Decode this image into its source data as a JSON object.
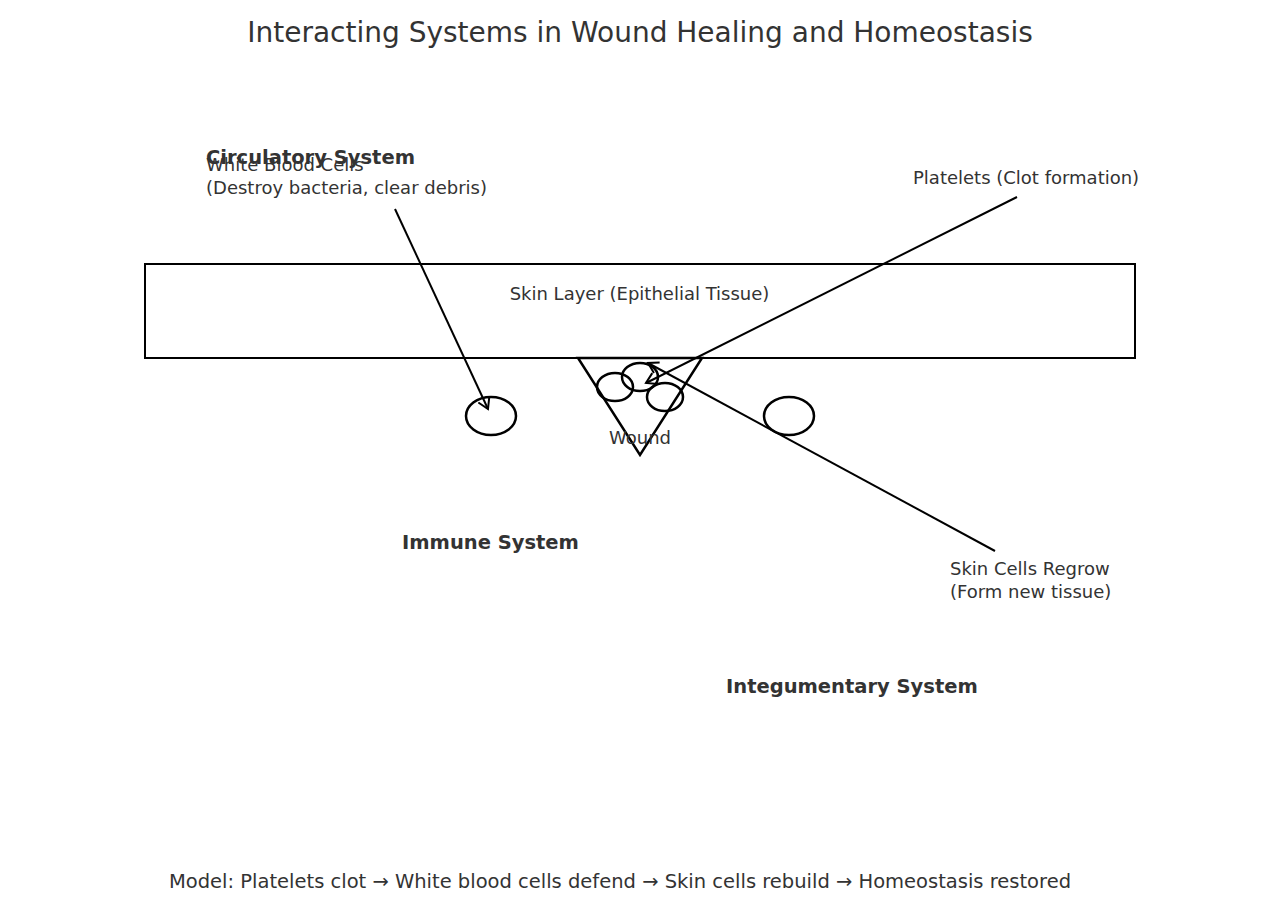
{
  "diagram": {
    "title": "Interacting Systems in Wound Healing and Homeostasis",
    "caption": "Model: Platelets clot → White blood cells defend → Skin cells rebuild → Homeostasis restored",
    "nodes": [
      {
        "text": [
          "Skin Layer (Epithelial Tissue)"
        ]
      },
      {
        "text": [
          "Wound"
        ]
      }
    ],
    "labels": [
      "Circulatory System",
      "White Blood Cells (Destroy bacteria, clear debris)",
      "Platelets (Clot formation)",
      "Immune System",
      "Skin Cells Regrow (Form new tissue)",
      "Integumentary System"
    ]
  }
}
